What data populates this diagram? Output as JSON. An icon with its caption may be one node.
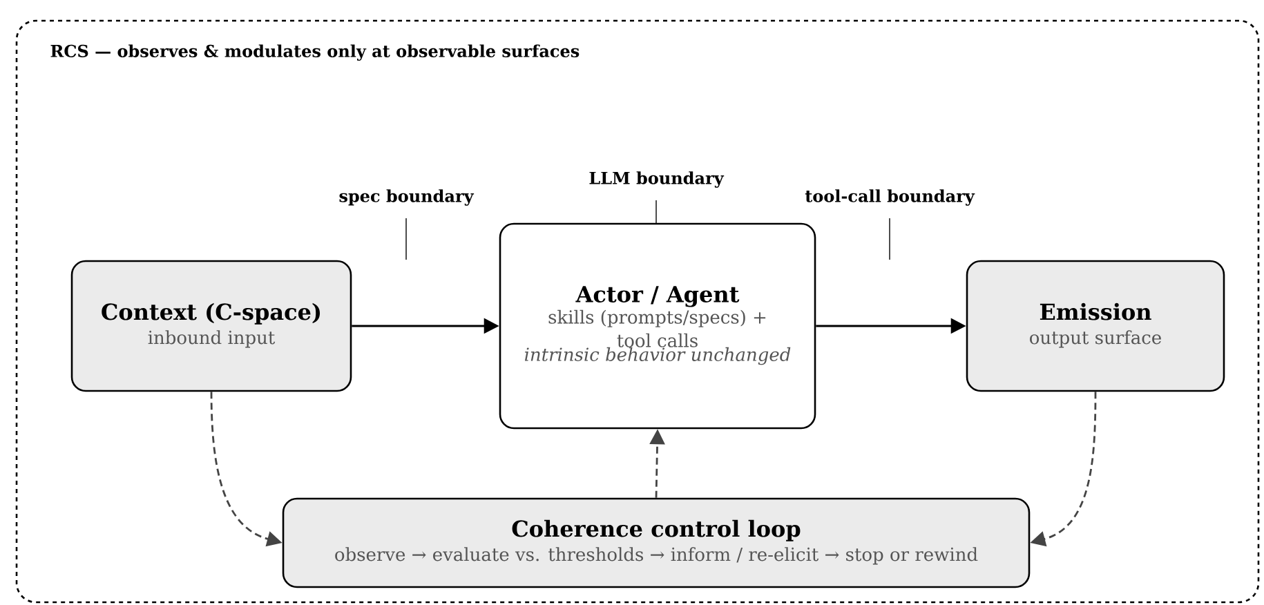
{
  "diagram": {
    "nodes": [
      {
        "text": [
          "RCS — observes & modulates only at observable surfaces"
        ]
      },
      {
        "text": [
          "Context (C-space)",
          "inbound input"
        ],
        "in": 0
      },
      {
        "text": [
          "Actor / Agent",
          "skills (prompts/specs) + tool calls",
          "*intrinsic behavior unchanged*"
        ],
        "in": 0
      },
      {
        "text": [
          "Emission",
          "output surface"
        ],
        "in": 0
      },
      {
        "text": [
          "Coherence control loop",
          "observe → evaluate vs. thresholds → inform / re-elicit → stop or rewind"
        ],
        "in": 0
      }
    ],
    "edges": [
      {
        "from": 1,
        "to": 2,
        "arrow": "to",
        "color": "#000000"
      },
      {
        "from": 2,
        "to": 3,
        "arrow": "to",
        "color": "#000000"
      },
      {
        "from": 1,
        "to": 4,
        "arrow": "to",
        "style": "dashed",
        "color": "#444444"
      },
      {
        "from": 3,
        "to": 4,
        "arrow": "to",
        "style": "dashed",
        "color": "#444444"
      },
      {
        "from": 4,
        "to": 2,
        "arrow": "to",
        "style": "dashed",
        "color": "#444444"
      }
    ],
    "labels": [
      "spec boundary",
      "LLM boundary",
      "tool-call boundary"
    ]
  }
}
